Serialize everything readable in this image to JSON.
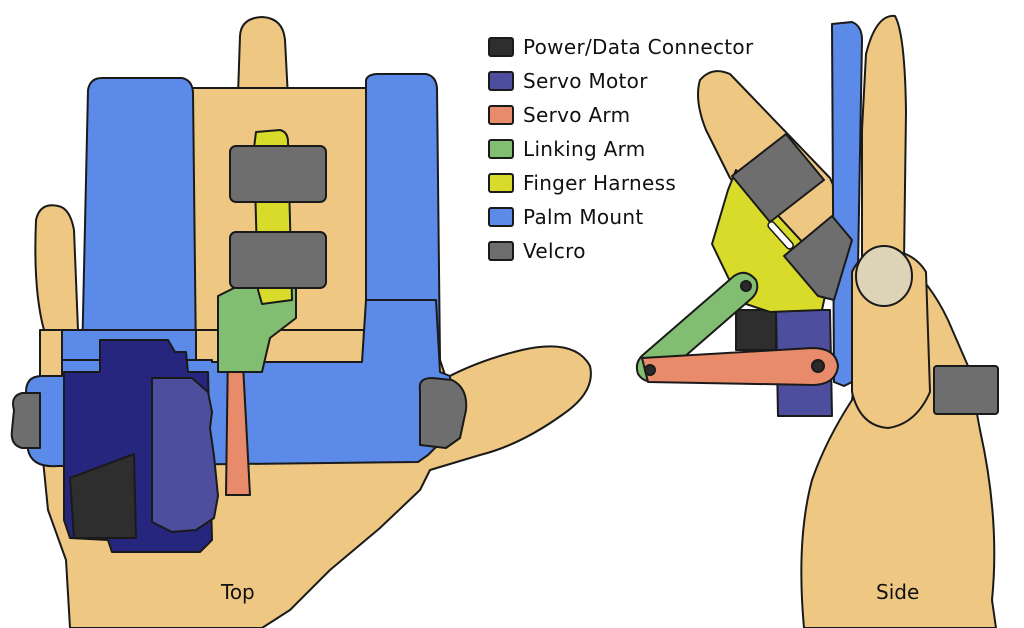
{
  "legend": {
    "items": [
      {
        "label": "Power/Data Connector",
        "color": "#2e2e2e"
      },
      {
        "label": "Servo Motor",
        "color": "#4e4e9e"
      },
      {
        "label": "Servo Arm",
        "color": "#e88b6b"
      },
      {
        "label": "Linking Arm",
        "color": "#82be72"
      },
      {
        "label": "Finger Harness",
        "color": "#d9db2b"
      },
      {
        "label": "Palm Mount",
        "color": "#5b8ae8"
      },
      {
        "label": "Velcro",
        "color": "#6e6e6e"
      }
    ]
  },
  "views": {
    "top_label": "Top",
    "side_label": "Side"
  },
  "colors": {
    "skin": "#eec882",
    "servo_dark": "#26267f",
    "outline": "#1a1a1a",
    "nail": "#ddd4b8"
  }
}
